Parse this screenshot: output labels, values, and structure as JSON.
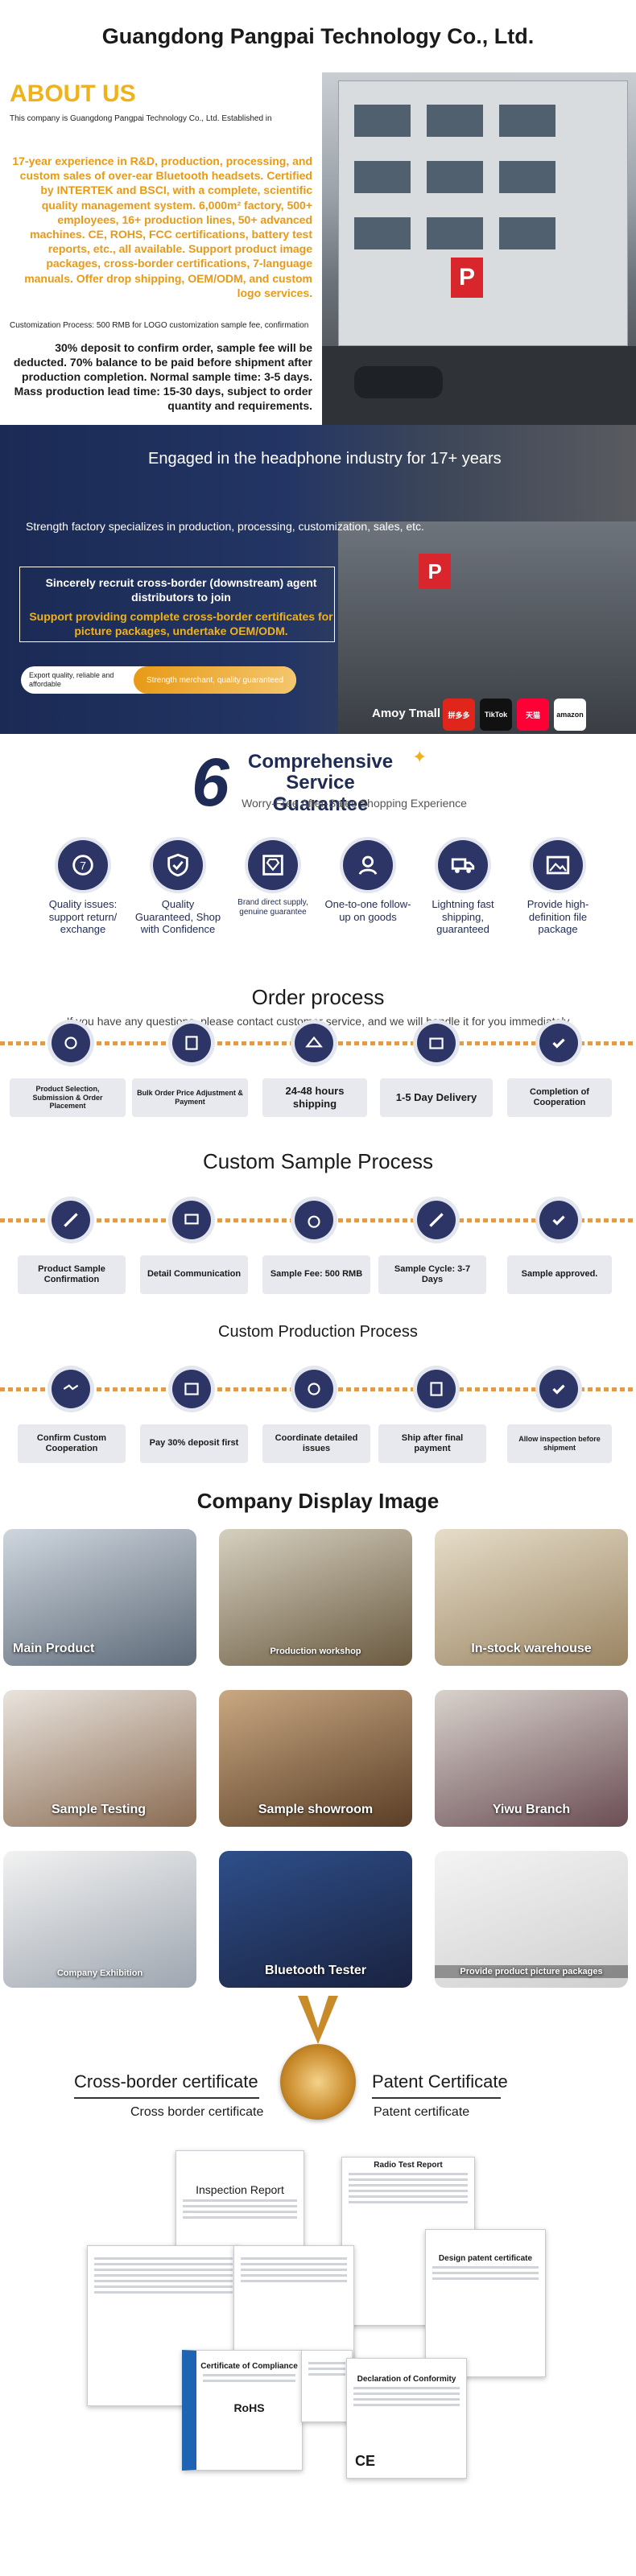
{
  "header": {
    "title": "Guangdong Pangpai Technology Co., Ltd."
  },
  "about": {
    "title": "ABOUT US",
    "intro": "This company is Guangdong Pangpai Technology Co., Ltd. Established in",
    "highlight": "17-year experience in R&D, production, processing, and custom sales of over-ear Bluetooth headsets. Certified by INTERTEK and BSCI, with a complete, scientific quality management system. 6,000m² factory, 500+ employees, 16+ production lines, 50+ advanced machines. CE, ROHS, FCC certifications, battery test reports, etc., all available. Support product image packages, cross-border certifications, 7-language manuals. Offer drop shipping, OEM/ODM, and custom logo services.",
    "customization": "Customization Process: 500 RMB for LOGO customization sample fee, confirmation",
    "deposit": "30% deposit to confirm order, sample fee will be deducted. 70% balance to be paid before shipment after production completion. Normal sample time: 3-5 days. Mass production lead time: 15-30 days, subject to order quantity and requirements."
  },
  "banner": {
    "title": "Engaged in the headphone industry for 17+ years",
    "subtitle": "Strength factory specializes in production, processing, customization, sales, etc.",
    "box_line1": "Sincerely recruit cross-border (downstream) agent distributors to join",
    "box_line2": "Support providing complete cross-border certificates for picture packages, undertake OEM/ODM.",
    "pill_left": "Export quality, reliable and affordable",
    "pill_right": "Strength merchant, quality guaranteed",
    "store": "Amoy Tmall",
    "platforms": [
      "拼多多",
      "TikTok",
      "天猫",
      "amazon"
    ]
  },
  "service": {
    "number": "6",
    "title": "Comprehensive Service Guarantee",
    "subtitle": "Worry-Free After-Sales Shopping Experience",
    "items": [
      {
        "label": "Quality issues: support return/ exchange",
        "icon": "refresh-icon"
      },
      {
        "label": "Quality Guaranteed, Shop with Confidence",
        "icon": "shield-check-icon"
      },
      {
        "label": "Brand direct supply, genuine guarantee",
        "icon": "diamond-icon"
      },
      {
        "label": "One-to-one follow-up on goods",
        "icon": "user-support-icon"
      },
      {
        "label": "Lightning fast shipping, guaranteed",
        "icon": "truck-icon"
      },
      {
        "label": "Provide high-definition file package",
        "icon": "image-icon"
      }
    ]
  },
  "order": {
    "title": "Order process",
    "subtitle": "If you have any questions, please contact customer service, and we will handle it for you immediately",
    "steps": [
      "Product Selection, Submission & Order Placement",
      "Bulk Order Price Adjustment & Payment",
      "24-48 hours shipping",
      "1-5 Day Delivery",
      "Completion of Cooperation"
    ]
  },
  "sample": {
    "title": "Custom Sample Process",
    "steps": [
      "Product Sample Confirmation",
      "Detail Communication",
      "Sample Fee: 500 RMB",
      "Sample Cycle: 3-7 Days",
      "Sample approved."
    ]
  },
  "production": {
    "title": "Custom Production Process",
    "steps": [
      "Confirm Custom Cooperation",
      "Pay 30% deposit first",
      "Coordinate detailed issues",
      "Ship after final payment",
      "Allow inspection before shipment"
    ]
  },
  "display": {
    "title": "Company Display Image",
    "tiles": [
      "Main Product",
      "Production workshop",
      "In-stock warehouse",
      "Sample Testing",
      "Sample showroom",
      "Yiwu Branch",
      "Company Exhibition",
      "Bluetooth Tester",
      "Provide product picture packages"
    ]
  },
  "certs": {
    "left_title": "Cross-border certificate",
    "left_sub": "Cross border certificate",
    "right_title": "Patent Certificate",
    "right_sub": "Patent certificate",
    "docs": [
      "Inspection Report",
      "Radio Test Report",
      "Design patent certificate",
      "Certificate of Compliance",
      "Declaration of Conformity",
      "RoHS"
    ]
  },
  "colors": {
    "navy": "#2c3566",
    "gold": "#f0b21c",
    "orange": "#e89a17"
  }
}
